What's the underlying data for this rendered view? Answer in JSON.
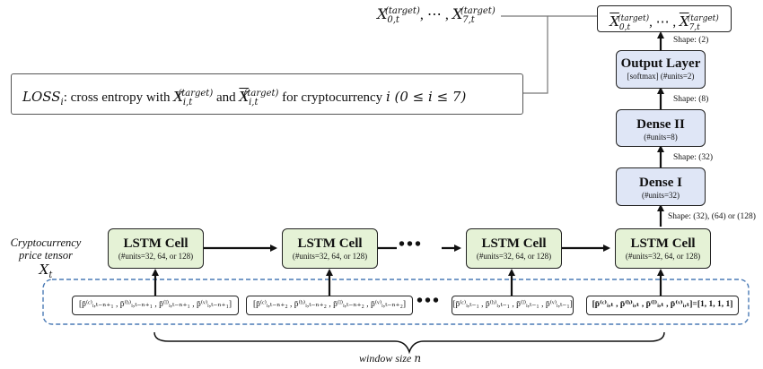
{
  "target_top": "X",
  "target_top_sub0": "0,t",
  "target_top_sup": "(target)",
  "target_top_sep": ", ⋯ , ",
  "target_top_sub7": "7,t",
  "target_pred_sub0": "0,t",
  "target_pred_sub7": "7,t",
  "loss": {
    "prefix": "LOSS",
    "prefix_sub": "i",
    "text1": ": cross entropy with ",
    "x_sub": "i,t",
    "sup": "(target)",
    "text2": " and ",
    "text3": " for cryptocurrency ",
    "cond": "i (0 ≤ i ≤ 7)"
  },
  "output_layer": {
    "title": "Output Layer",
    "sub": "[softmax] (#units=2)"
  },
  "dense2": {
    "title": "Dense II",
    "sub": "(#units=8)"
  },
  "dense1": {
    "title": "Dense I",
    "sub": "(#units=32)"
  },
  "lstm": {
    "title": "LSTM Cell",
    "sub": "(#units=32, 64, or 128)"
  },
  "shapes": {
    "s_output": "Shape: (2)",
    "s_dense2": "Shape: (8)",
    "s_dense1": "Shape: (32)",
    "s_lstm": "Shape: (32), (64) or (128)"
  },
  "tensor_label": {
    "line1": "Cryptocurrency",
    "line2": "price tensor",
    "x": "X",
    "x_sub": "t"
  },
  "inputs": {
    "in1": "[p̄⁽ᶜ⁾ᵢ,ₜ₋ₙ₊₁ , p̄⁽ʰ⁾ᵢ,ₜ₋ₙ₊₁ , p̄⁽ˡ⁾ᵢ,ₜ₋ₙ₊₁ , p̄⁽ᵛ⁾ᵢ,ₜ₋ₙ₊₁]",
    "in2": "[p̄⁽ᶜ⁾ᵢ,ₜ₋ₙ₊₂ , p̄⁽ʰ⁾ᵢ,ₜ₋ₙ₊₂ , p̄⁽ˡ⁾ᵢ,ₜ₋ₙ₊₂ , p̄⁽ᵛ⁾ᵢ,ₜ₋ₙ₊₂]",
    "in3": "[p̄⁽ᶜ⁾ᵢ,ₜ₋₁ , p̄⁽ʰ⁾ᵢ,ₜ₋₁ , p̄⁽ˡ⁾ᵢ,ₜ₋₁ , p̄⁽ᵛ⁾ᵢ,ₜ₋₁]",
    "in4": "[p̄⁽ᶜ⁾ᵢ,ₜ , p̄⁽ʰ⁾ᵢ,ₜ , p̄⁽ˡ⁾ᵢ,ₜ , p̄⁽ᵛ⁾ᵢ,ₜ]=[1, 1, 1, 1]"
  },
  "dots": "•••",
  "window_label": "window size ",
  "window_n": "n",
  "colors": {
    "lstm_fill": "#e5f2d6",
    "dense_fill": "#dfe6f6",
    "dashed": "#4a7ab5"
  }
}
